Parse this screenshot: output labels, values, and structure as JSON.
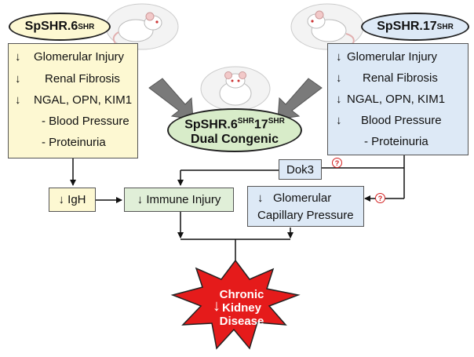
{
  "left_strain": {
    "name": "SpSHR.6",
    "sup": "SHR",
    "effects": [
      {
        "arrow": "↓",
        "text": "Glomerular Injury"
      },
      {
        "arrow": "↓",
        "text": "Renal Fibrosis"
      },
      {
        "arrow": "↓",
        "text": "NGAL, OPN, KIM1"
      },
      {
        "arrow": "",
        "text": "- Blood Pressure"
      },
      {
        "arrow": "",
        "text": "- Proteinuria"
      }
    ]
  },
  "right_strain": {
    "name": "SpSHR.17",
    "sup": "SHR",
    "effects": [
      {
        "arrow": "↓",
        "text": "Glomerular Injury"
      },
      {
        "arrow": "↓",
        "text": "Renal Fibrosis"
      },
      {
        "arrow": "↓",
        "text": "NGAL, OPN, KIM1"
      },
      {
        "arrow": "↓",
        "text": "Blood Pressure"
      },
      {
        "arrow": "",
        "text": "- Proteinuria"
      }
    ]
  },
  "dual": {
    "name_a": "SpSHR.6",
    "sup_a": "SHR",
    "name_b": "17",
    "sup_b": "SHR",
    "line2": "Dual Congenic"
  },
  "nodes": {
    "igh_arrow": "↓",
    "igh": "IgH",
    "immune_arrow": "↓",
    "immune": "Immune Injury",
    "dok3": "Dok3",
    "glom_arrow": "↓",
    "glom_line1": "Glomerular",
    "glom_line2": "Capillary Pressure",
    "question_mark": "?"
  },
  "outcome": {
    "line1": "Chronic",
    "line2": "Kidney",
    "line3": "Disease",
    "arrow": "↓"
  },
  "colors": {
    "yellow_fill": "#fdf8d2",
    "blue_fill": "#dde9f6",
    "green_fill": "#e0efd8",
    "burst_red": "#e51b1b",
    "question_red": "#d32020"
  },
  "icons": [
    "rat-icon",
    "rat-icon",
    "rat-icon"
  ]
}
